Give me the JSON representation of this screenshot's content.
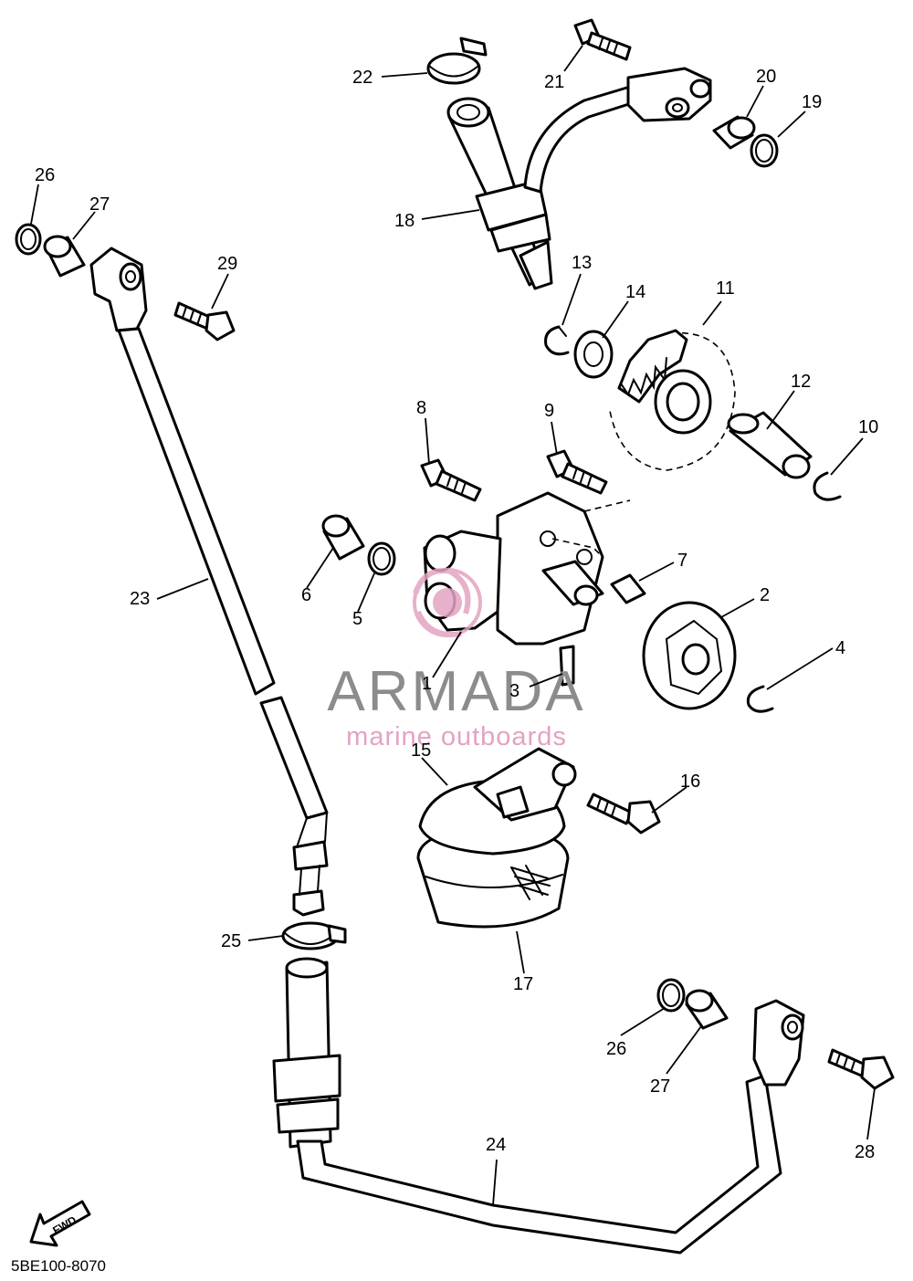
{
  "diagram_code": "5BE100-8070",
  "fwd_label": "FWD",
  "watermark": {
    "brand": "ARMADA",
    "tagline": "marine outboards",
    "brand_color": "#8c8c8c",
    "logo_color": "#e3a3c3"
  },
  "callouts": [
    "1",
    "2",
    "3",
    "4",
    "5",
    "6",
    "7",
    "8",
    "9",
    "10",
    "11",
    "12",
    "13",
    "14",
    "15",
    "16",
    "17",
    "18",
    "19",
    "20",
    "21",
    "22",
    "23",
    "24",
    "25",
    "26",
    "27",
    "28",
    "29",
    "26",
    "27"
  ],
  "colors": {
    "line": "#000000",
    "background": "#ffffff"
  }
}
